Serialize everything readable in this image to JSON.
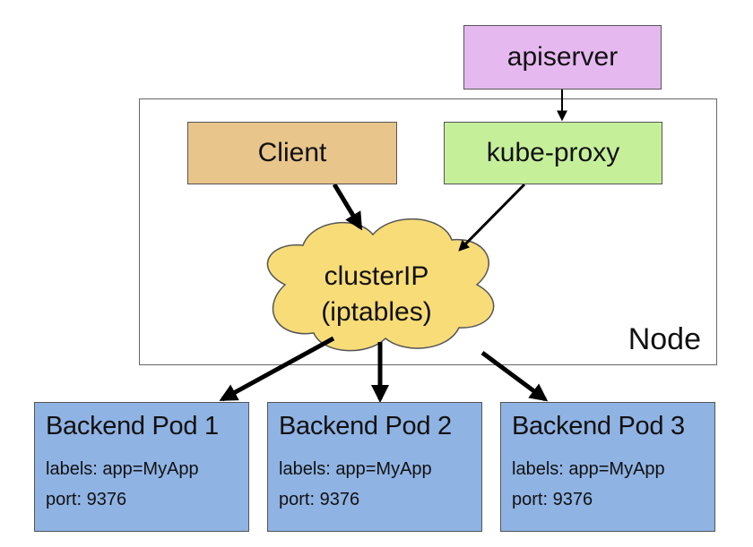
{
  "colors": {
    "apiserver": "#e6b8f0",
    "client": "#e8c58a",
    "kube_proxy": "#c6ef9a",
    "cluster_ip": "#f7dc78",
    "backend_pod": "#8fb3e3",
    "arrow": "#000000"
  },
  "apiserver": {
    "label": "apiserver"
  },
  "client": {
    "label": "Client"
  },
  "kube_proxy": {
    "label": "kube-proxy"
  },
  "cluster_ip": {
    "line1": "clusterIP",
    "line2": "(iptables)"
  },
  "node": {
    "label": "Node"
  },
  "pods": [
    {
      "title": "Backend Pod 1",
      "labels": "labels: app=MyApp",
      "port": "port: 9376"
    },
    {
      "title": "Backend Pod 2",
      "labels": "labels: app=MyApp",
      "port": "port: 9376"
    },
    {
      "title": "Backend Pod 3",
      "labels": "labels: app=MyApp",
      "port": "port: 9376"
    }
  ]
}
